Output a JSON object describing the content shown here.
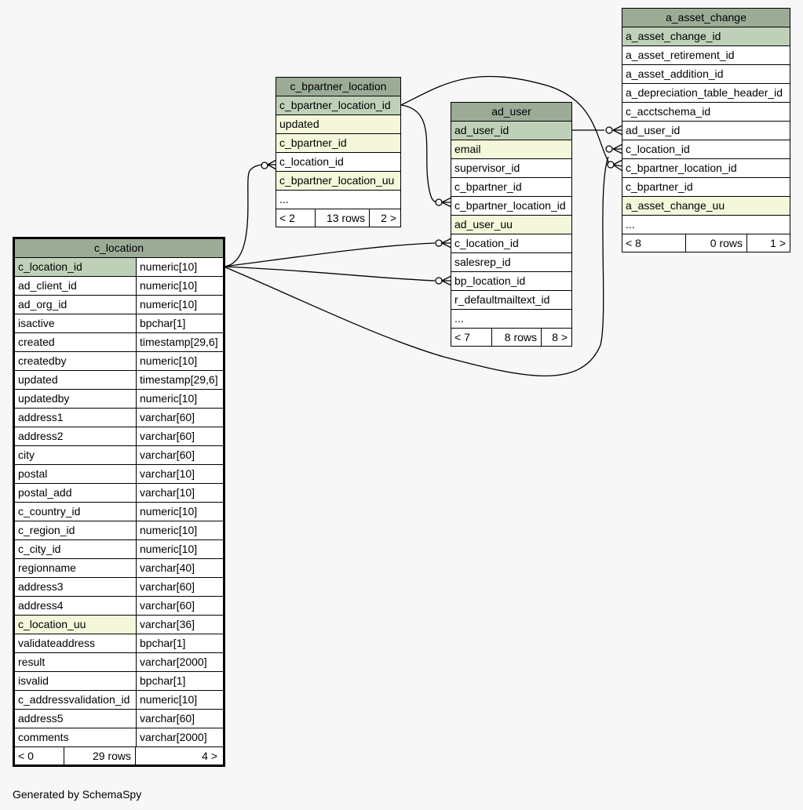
{
  "tables": {
    "c_location": {
      "name": "c_location",
      "columns": [
        {
          "name": "c_location_id",
          "type": "numeric[10]",
          "kind": "pk"
        },
        {
          "name": "ad_client_id",
          "type": "numeric[10]",
          "kind": ""
        },
        {
          "name": "ad_org_id",
          "type": "numeric[10]",
          "kind": ""
        },
        {
          "name": "isactive",
          "type": "bpchar[1]",
          "kind": ""
        },
        {
          "name": "created",
          "type": "timestamp[29,6]",
          "kind": ""
        },
        {
          "name": "createdby",
          "type": "numeric[10]",
          "kind": ""
        },
        {
          "name": "updated",
          "type": "timestamp[29,6]",
          "kind": ""
        },
        {
          "name": "updatedby",
          "type": "numeric[10]",
          "kind": ""
        },
        {
          "name": "address1",
          "type": "varchar[60]",
          "kind": ""
        },
        {
          "name": "address2",
          "type": "varchar[60]",
          "kind": ""
        },
        {
          "name": "city",
          "type": "varchar[60]",
          "kind": ""
        },
        {
          "name": "postal",
          "type": "varchar[10]",
          "kind": ""
        },
        {
          "name": "postal_add",
          "type": "varchar[10]",
          "kind": ""
        },
        {
          "name": "c_country_id",
          "type": "numeric[10]",
          "kind": ""
        },
        {
          "name": "c_region_id",
          "type": "numeric[10]",
          "kind": ""
        },
        {
          "name": "c_city_id",
          "type": "numeric[10]",
          "kind": ""
        },
        {
          "name": "regionname",
          "type": "varchar[40]",
          "kind": ""
        },
        {
          "name": "address3",
          "type": "varchar[60]",
          "kind": ""
        },
        {
          "name": "address4",
          "type": "varchar[60]",
          "kind": ""
        },
        {
          "name": "c_location_uu",
          "type": "varchar[36]",
          "kind": "idx"
        },
        {
          "name": "validateaddress",
          "type": "bpchar[1]",
          "kind": ""
        },
        {
          "name": "result",
          "type": "varchar[2000]",
          "kind": ""
        },
        {
          "name": "isvalid",
          "type": "bpchar[1]",
          "kind": ""
        },
        {
          "name": "c_addressvalidation_id",
          "type": "numeric[10]",
          "kind": ""
        },
        {
          "name": "address5",
          "type": "varchar[60]",
          "kind": ""
        },
        {
          "name": "comments",
          "type": "varchar[2000]",
          "kind": ""
        }
      ],
      "footer": {
        "parents": "< 0",
        "rows": "29 rows",
        "children": "4 >"
      }
    },
    "c_bpartner_location": {
      "name": "c_bpartner_location",
      "columns": [
        {
          "name": "c_bpartner_location_id",
          "kind": "pk"
        },
        {
          "name": "updated",
          "kind": "idx"
        },
        {
          "name": "c_bpartner_id",
          "kind": "idx"
        },
        {
          "name": "c_location_id",
          "kind": ""
        },
        {
          "name": "c_bpartner_location_uu",
          "kind": "idx"
        },
        {
          "name": "...",
          "kind": ""
        }
      ],
      "footer": {
        "parents": "< 2",
        "rows": "13 rows",
        "children": "2 >"
      }
    },
    "ad_user": {
      "name": "ad_user",
      "columns": [
        {
          "name": "ad_user_id",
          "kind": "pk"
        },
        {
          "name": "email",
          "kind": "idx"
        },
        {
          "name": "supervisor_id",
          "kind": ""
        },
        {
          "name": "c_bpartner_id",
          "kind": ""
        },
        {
          "name": "c_bpartner_location_id",
          "kind": ""
        },
        {
          "name": "ad_user_uu",
          "kind": "idx"
        },
        {
          "name": "c_location_id",
          "kind": ""
        },
        {
          "name": "salesrep_id",
          "kind": ""
        },
        {
          "name": "bp_location_id",
          "kind": ""
        },
        {
          "name": "r_defaultmailtext_id",
          "kind": ""
        },
        {
          "name": "...",
          "kind": ""
        }
      ],
      "footer": {
        "parents": "< 7",
        "rows": "8 rows",
        "children": "8 >"
      }
    },
    "a_asset_change": {
      "name": "a_asset_change",
      "columns": [
        {
          "name": "a_asset_change_id",
          "kind": "pk"
        },
        {
          "name": "a_asset_retirement_id",
          "kind": ""
        },
        {
          "name": "a_asset_addition_id",
          "kind": ""
        },
        {
          "name": "a_depreciation_table_header_id",
          "kind": ""
        },
        {
          "name": "c_acctschema_id",
          "kind": ""
        },
        {
          "name": "ad_user_id",
          "kind": ""
        },
        {
          "name": "c_location_id",
          "kind": ""
        },
        {
          "name": "c_bpartner_location_id",
          "kind": ""
        },
        {
          "name": "c_bpartner_id",
          "kind": ""
        },
        {
          "name": "a_asset_change_uu",
          "kind": "idx"
        },
        {
          "name": "...",
          "kind": ""
        }
      ],
      "footer": {
        "parents": "< 8",
        "rows": "0 rows",
        "children": "1 >"
      }
    }
  },
  "generated_by": "Generated by SchemaSpy"
}
